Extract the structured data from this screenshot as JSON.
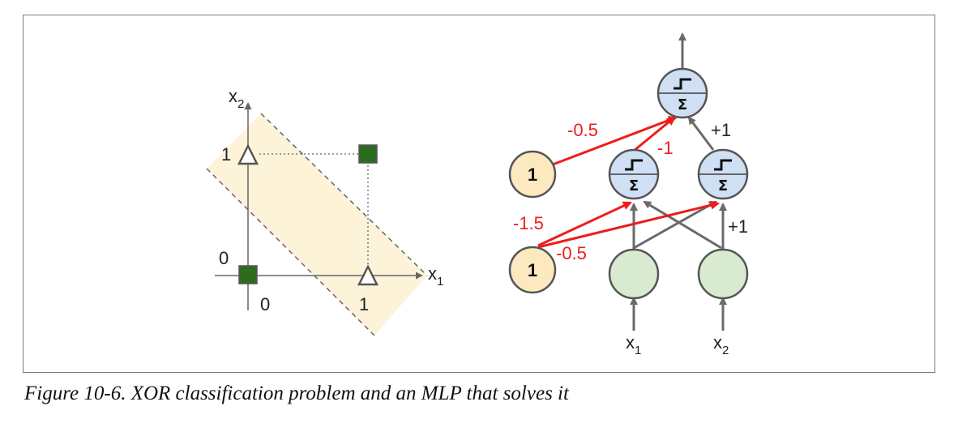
{
  "plot": {
    "axis_x_label": "x",
    "axis_x_sub": "1",
    "axis_y_label": "x",
    "axis_y_sub": "2",
    "tick_x_0": "0",
    "tick_x_1": "1",
    "tick_y_0": "0",
    "tick_y_1": "1"
  },
  "network": {
    "bias_top_label": "1",
    "bias_bottom_label": "1",
    "weight_bias_to_output": "-0.5",
    "weight_hidden1_to_output": "-1",
    "weight_hidden2_to_output": "+1",
    "weight_bias_to_hidden1": "-1.5",
    "weight_bias_to_hidden2": "-0.5",
    "weight_input_to_hidden2": "+1",
    "sum_symbol": "Σ",
    "input1_label": "x",
    "input1_sub": "1",
    "input2_label": "x",
    "input2_sub": "2"
  },
  "caption": "Figure 10-6. XOR classification problem and an MLP that solves it",
  "colors": {
    "band_fill": "#fdf3d8",
    "square_fill": "#2f6b1f",
    "bias_node_fill": "#fde9bf",
    "neuron_fill": "#cfe0f5",
    "input_node_fill": "#d8ebd0",
    "red_arrow": "#ee1c1c",
    "gray_arrow": "#6a6a6a"
  }
}
